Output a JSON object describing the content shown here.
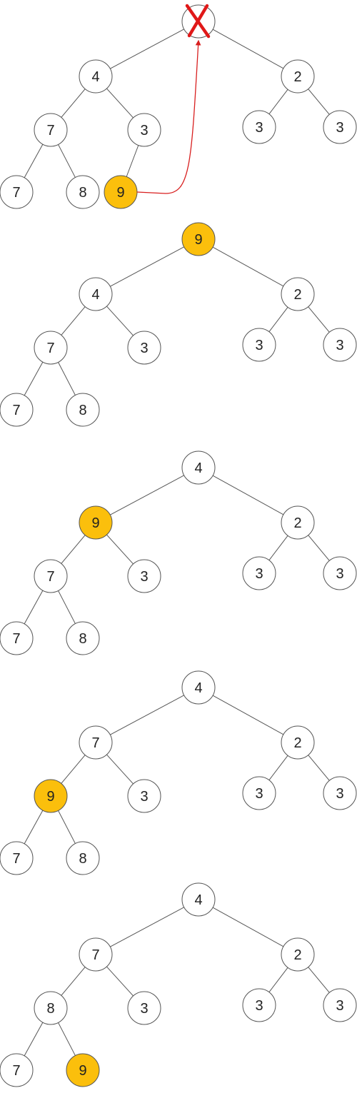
{
  "colors": {
    "node_fill": "#ffffff",
    "highlight_fill": "#fbbf0c",
    "edge": "#555555",
    "arrow": "#d81f1f",
    "removed_mark": "#e01818"
  },
  "steps": [
    {
      "nodes": [
        {
          "id": "root",
          "label": "",
          "removed": true
        },
        {
          "id": "l",
          "label": "4"
        },
        {
          "id": "r",
          "label": "2"
        },
        {
          "id": "ll",
          "label": "7"
        },
        {
          "id": "lr",
          "label": "3"
        },
        {
          "id": "rl",
          "label": "3"
        },
        {
          "id": "rr",
          "label": "3"
        },
        {
          "id": "lll",
          "label": "7"
        },
        {
          "id": "llr",
          "label": "8"
        },
        {
          "id": "lrl",
          "label": "9",
          "highlight": true
        }
      ],
      "edges": [
        [
          "root",
          "l"
        ],
        [
          "root",
          "r"
        ],
        [
          "l",
          "ll"
        ],
        [
          "l",
          "lr"
        ],
        [
          "r",
          "rl"
        ],
        [
          "r",
          "rr"
        ],
        [
          "ll",
          "lll"
        ],
        [
          "ll",
          "llr"
        ],
        [
          "lr",
          "lrl"
        ]
      ],
      "arrow": {
        "from": "lrl",
        "to": "root"
      }
    },
    {
      "nodes": [
        {
          "id": "root",
          "label": "9",
          "highlight": true
        },
        {
          "id": "l",
          "label": "4"
        },
        {
          "id": "r",
          "label": "2"
        },
        {
          "id": "ll",
          "label": "7"
        },
        {
          "id": "lr",
          "label": "3"
        },
        {
          "id": "rl",
          "label": "3"
        },
        {
          "id": "rr",
          "label": "3"
        },
        {
          "id": "lll",
          "label": "7"
        },
        {
          "id": "llr",
          "label": "8"
        }
      ],
      "edges": [
        [
          "root",
          "l"
        ],
        [
          "root",
          "r"
        ],
        [
          "l",
          "ll"
        ],
        [
          "l",
          "lr"
        ],
        [
          "r",
          "rl"
        ],
        [
          "r",
          "rr"
        ],
        [
          "ll",
          "lll"
        ],
        [
          "ll",
          "llr"
        ]
      ]
    },
    {
      "nodes": [
        {
          "id": "root",
          "label": "4"
        },
        {
          "id": "l",
          "label": "9",
          "highlight": true
        },
        {
          "id": "r",
          "label": "2"
        },
        {
          "id": "ll",
          "label": "7"
        },
        {
          "id": "lr",
          "label": "3"
        },
        {
          "id": "rl",
          "label": "3"
        },
        {
          "id": "rr",
          "label": "3"
        },
        {
          "id": "lll",
          "label": "7"
        },
        {
          "id": "llr",
          "label": "8"
        }
      ],
      "edges": [
        [
          "root",
          "l"
        ],
        [
          "root",
          "r"
        ],
        [
          "l",
          "ll"
        ],
        [
          "l",
          "lr"
        ],
        [
          "r",
          "rl"
        ],
        [
          "r",
          "rr"
        ],
        [
          "ll",
          "lll"
        ],
        [
          "ll",
          "llr"
        ]
      ]
    },
    {
      "nodes": [
        {
          "id": "root",
          "label": "4"
        },
        {
          "id": "l",
          "label": "7"
        },
        {
          "id": "r",
          "label": "2"
        },
        {
          "id": "ll",
          "label": "9",
          "highlight": true
        },
        {
          "id": "lr",
          "label": "3"
        },
        {
          "id": "rl",
          "label": "3"
        },
        {
          "id": "rr",
          "label": "3"
        },
        {
          "id": "lll",
          "label": "7"
        },
        {
          "id": "llr",
          "label": "8"
        }
      ],
      "edges": [
        [
          "root",
          "l"
        ],
        [
          "root",
          "r"
        ],
        [
          "l",
          "ll"
        ],
        [
          "l",
          "lr"
        ],
        [
          "r",
          "rl"
        ],
        [
          "r",
          "rr"
        ],
        [
          "ll",
          "lll"
        ],
        [
          "ll",
          "llr"
        ]
      ]
    },
    {
      "nodes": [
        {
          "id": "root",
          "label": "4"
        },
        {
          "id": "l",
          "label": "7"
        },
        {
          "id": "r",
          "label": "2"
        },
        {
          "id": "ll",
          "label": "8"
        },
        {
          "id": "lr",
          "label": "3"
        },
        {
          "id": "rl",
          "label": "3"
        },
        {
          "id": "rr",
          "label": "3"
        },
        {
          "id": "lll",
          "label": "7"
        },
        {
          "id": "llr",
          "label": "9",
          "highlight": true
        }
      ],
      "edges": [
        [
          "root",
          "l"
        ],
        [
          "root",
          "r"
        ],
        [
          "l",
          "ll"
        ],
        [
          "l",
          "lr"
        ],
        [
          "r",
          "rl"
        ],
        [
          "r",
          "rr"
        ],
        [
          "ll",
          "lll"
        ],
        [
          "ll",
          "llr"
        ]
      ]
    }
  ]
}
